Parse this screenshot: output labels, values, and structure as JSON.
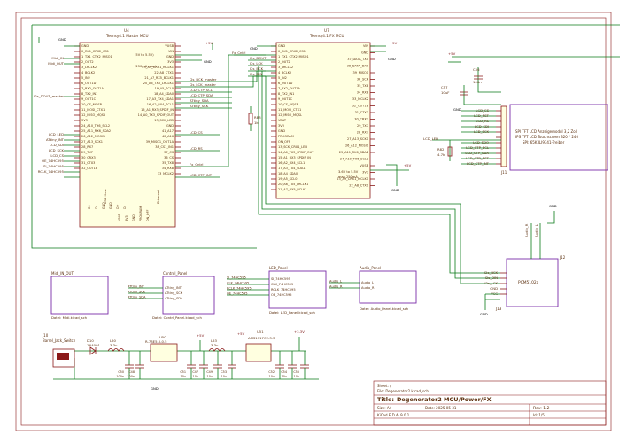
{
  "u4": {
    "ref": "U4",
    "title": "Teensy4.1   Master MCU",
    "left": [
      "GND",
      "0_RX1_CRX2_CS1",
      "1_TX1_CTX2_MISO1",
      "2_OUT2",
      "3_LRCLK2",
      "4_BCLK2",
      "5_IN2",
      "6_OUT1D",
      "7_RX2_OUT1A",
      "8_TX2_IN1",
      "9_OUT1C",
      "10_CS_MQSR",
      "11_MOSI_CTX1",
      "12_MISO_MQSL",
      "3V3",
      "24_A10_TX6_SCL2",
      "25_A11_RX6_SDA2",
      "26_A12_MOSI1",
      "27_A13_SCK1",
      "28_RX7",
      "29_TX7",
      "30_CRX3",
      "31_CTX3",
      "32_OUT1B"
    ],
    "right": [
      "VUSB",
      "VIN",
      "GND",
      "3V3",
      "23_A9_CRX1_MCLK1",
      "22_A8_CTX1",
      "21_A7_RX5_BCLK1",
      "20_A6_TX5_LRCLK1",
      "19_A5_SCL0",
      "18_A4_SDA0",
      "17_A3_TX4_SDA1",
      "16_A2_RX4_SCL1",
      "15_A1_RX3_SPDIF_IN",
      "14_A0_TX3_SPDIF_OUT",
      "13_SCK_LED",
      "GND",
      "41_A17",
      "40_A16",
      "39_MISO1_OUT1A",
      "38_CS1_IN1",
      "37_CS",
      "36_CS",
      "35_TX8",
      "34_RX8",
      "33_MCLK2"
    ],
    "notes": [
      "(5V to 5.5V)",
      "(250mA max)"
    ],
    "bottom": [
      "VBAT",
      "3V3",
      "GND",
      "PROGRAM",
      "ON_OFF"
    ],
    "bottom2": [
      "D+",
      "D-",
      "GND",
      "GND",
      "D+",
      "D-"
    ],
    "labels_bottom": [
      "USB Host",
      "Ethernet"
    ]
  },
  "u4_nets_left": [
    "Midi_IN",
    "Midi_OUT",
    "I2s_DOUT_master",
    "LCD_LED",
    "ATtiny_INT",
    "LCD_SDI",
    "LCD_SCK",
    "LCD_CS",
    "OE_74HC595",
    "SI_74HC595",
    "RCLK_74HC595"
  ],
  "u4_nets_right": [
    "I2s_BCK_master",
    "I2s_LCK_master",
    "LCD_CTP_SCL",
    "LCD_CTP_SDA",
    "ATtiny_SDA",
    "ATtiny_SCK",
    "LCD_CS",
    "LCD_RS",
    "Fx_Cntrl",
    "LCD_CTP_INT"
  ],
  "u7": {
    "ref": "U7",
    "title": "Teensy4.1   FX MCU",
    "left": [
      "GND",
      "0_RX1_CRX2_CS1",
      "1_TX1_CTX2_MISO1",
      "2_OUT2",
      "3_LRCLK2",
      "4_BCLK2",
      "5_IN2",
      "6_OUT1D",
      "7_RX2_OUT1A",
      "8_TX2_IN1",
      "9_OUT1C",
      "10_CS_MQSR",
      "11_MOSI_CTX1",
      "12_MISO_MQSL",
      "VBAT",
      "3V3",
      "GND",
      "PROGRAM",
      "ON_OFF",
      "13_SCK_CRX1_LED",
      "14_A0_TX3_SPDIF_OUT",
      "15_A1_RX3_SPDIF_IN",
      "16_A2_RX4_SCL1",
      "17_A3_TX4_SDA1",
      "18_A4_SDA0",
      "19_A5_SCL0",
      "20_A6_TX5_LRCLK1",
      "21_A7_RX5_BCLK1"
    ],
    "right": [
      "VIN",
      "GND",
      "37_DATA_TX0",
      "38_DATA_DX0",
      "39_MISO1",
      "36_SCK",
      "35_TX8",
      "34_RX8",
      "33_MCLK2",
      "32_OUT1B",
      "31_CTX3",
      "30_CRX3",
      "29_TX7",
      "28_RX7",
      "27_A13_SCK1",
      "26_A12_MOSI1",
      "25_A11_RX6_SDA2",
      "24_A10_TX6_SCL2",
      "VUSB",
      "3V3",
      "23_A9_CRX1_MCLK1",
      "22_A8_CTX1"
    ],
    "notes": [
      "3.6V to 5.5V",
      "max 250mA"
    ]
  },
  "u7_nets": [
    "Fx_Cntrl",
    "I2s_DOUT",
    "I2s_LCK",
    "I2s_BCK",
    "I2s_DIN"
  ],
  "rb3": {
    "ref": "RB3",
    "val": "1k"
  },
  "lcd": {
    "ref": "J11",
    "lines": [
      "SPI TFT LCD Anzeigemodul 3,2 Zoll",
      "IPS TFT LCD Touchscreen 320 * 240",
      "SPI: 65K ILI9341-Treiber"
    ],
    "pins": [
      "LCD_CS",
      "LCD_RST",
      "LCD_RS",
      "LCD_SDI",
      "LCD_SCK",
      "LCD_LED",
      "LCD_SDO",
      "LCD_CTP_SCL",
      "LCD_CTP_SDA",
      "LCD_CTP_RST",
      "LCD_CTP_INT"
    ],
    "c56": {
      "ref": "C56",
      "val": "100n"
    },
    "c57": {
      "ref": "C57",
      "val": "10uF"
    },
    "r82": {
      "ref": "R82",
      "val": "4.7k"
    }
  },
  "pcm": {
    "ref": "J12",
    "name": "PCM5102a",
    "pins": [
      "I2s_BCK",
      "I2s_DIN",
      "I2s_LCK",
      "GND",
      "VCC"
    ],
    "top": [
      "Audio_R",
      "Audio_L"
    ]
  },
  "sheets": [
    {
      "name": "Midi_IN_OUT",
      "file": "Datei: Midi.kicad_sch",
      "pins": []
    },
    {
      "name": "Control_Panel",
      "file": "Datei: Contrl_Panel.kicad_sch",
      "pins": [
        "ATtiny_INT",
        "ATtiny_SCK",
        "ATtiny_SDA"
      ],
      "nets": [
        "ATtiny_INT",
        "ATtiny_SCK",
        "ATtiny_SDA"
      ]
    },
    {
      "name": "LED_Panel",
      "file": "Datei: LED_Panel.kicad_sch",
      "pins": [
        "SI_74HC595",
        "CLK_74HC595",
        "RCLK_74HC595",
        "OE_74HC595"
      ],
      "nets": [
        "SI_74HC595",
        "CLK_74HC595",
        "RCLK_74HC595",
        "OE_74HC595"
      ]
    },
    {
      "name": "Audio_Panel",
      "file": "Datei: Audio_Panel.kicad_sch",
      "pins": [
        "Audio_L",
        "Audio_R"
      ],
      "nets": [
        "Audio_L",
        "Audio_R"
      ]
    }
  ],
  "power": {
    "barrel": "Barrel_Jack_Switch",
    "j10": "J10",
    "d10": "D10",
    "d10v": "1N4001",
    "l50": "L50",
    "l50v": "3.3u",
    "u50": "U50",
    "u50v": "R-78E5.0-0.5",
    "l53": "L53",
    "l53v": "3.3u",
    "u51": "U51",
    "u51v": "AMS1117CE-3.3",
    "caps": [
      [
        "C50",
        "100n"
      ],
      [
        "C48",
        "100n"
      ],
      [
        "C51",
        "10u"
      ],
      [
        "C47",
        "10u"
      ],
      [
        "C49",
        "10u"
      ],
      [
        "C53",
        "10u"
      ],
      [
        "C52",
        "10u"
      ],
      [
        "C54",
        "10u"
      ],
      [
        "C55",
        "10u"
      ]
    ],
    "rails": [
      "+5V",
      "+5V",
      "+3.3V"
    ]
  },
  "title_block": {
    "sheet": "Sheet: /",
    "file": "File: Degenerator2.kicad_sch",
    "title_label": "Title:",
    "title": "Degenerator2    MCU/Power/FX",
    "size": "Size: A4",
    "date": "Date: 2025-05-31",
    "rev": "Rev: 1.2",
    "kicad": "KiCad E.D.A. 9.0.1",
    "id": "Id: 1/5"
  },
  "misc": {
    "gnd": "GND",
    "p5v": "+5V",
    "p33": "+3.3V",
    "vcc": "VCC"
  }
}
